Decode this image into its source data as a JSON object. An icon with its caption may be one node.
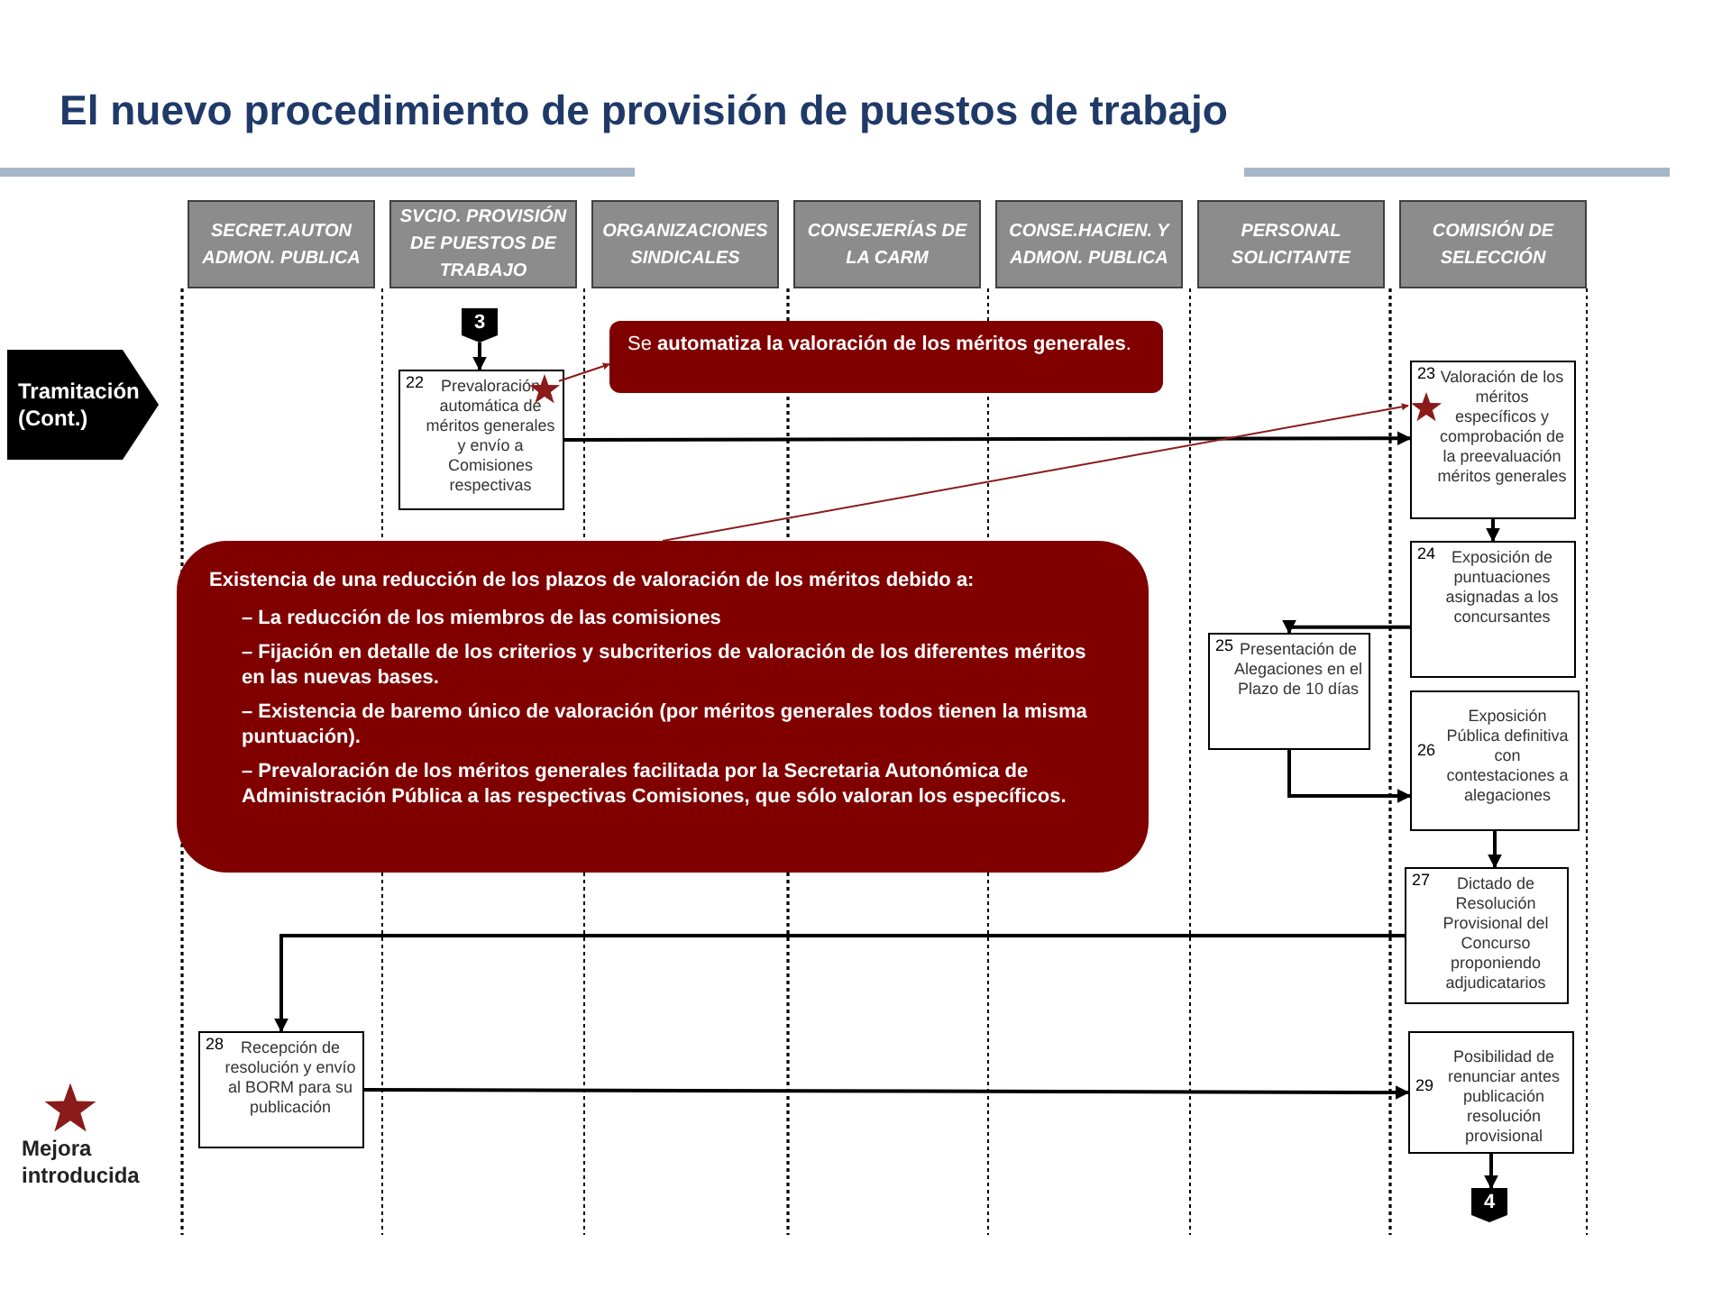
{
  "diagram": {
    "title": "El nuevo procedimiento de provisión de puestos de trabajo",
    "nodes": [
      {
        "text": [
          "SECRET.AUTON ADMON. PUBLICA"
        ]
      },
      {
        "text": [
          "SVCIO. PROVISIÓN DE PUESTOS DE TRABAJO"
        ]
      },
      {
        "text": [
          "ORGANIZACIONES SINDICALES"
        ]
      },
      {
        "text": [
          "CONSEJERÍAS DE LA CARM"
        ]
      },
      {
        "text": [
          "CONSE.HACIEN. Y ADMON. PUBLICA"
        ]
      },
      {
        "text": [
          "PERSONAL SOLICITANTE"
        ]
      },
      {
        "text": [
          "COMISIÓN DE SELECCIÓN"
        ]
      },
      {
        "text": [
          "Tramitación (Cont.)"
        ]
      },
      {
        "text": [
          "3"
        ]
      },
      {
        "text": [
          "22",
          "Prevaloración automática de méritos generales y envío a Comisiones respectivas"
        ]
      },
      {
        "text": [
          "Se **automatiza la valoración de los méritos generales**."
        ]
      },
      {
        "text": [],
        "shape": "star",
        "in": 9
      },
      {
        "text": [
          "23",
          "Valoración de los méritos específicos y comprobación de la preevaluación méritos generales"
        ]
      },
      {
        "text": [],
        "shape": "star",
        "in": 12
      },
      {
        "text": [
          "Existencia de una reducción de los plazos de valoración de los méritos debido a:",
          "– La reducción de los miembros de las comisiones",
          "– Fijación en detalle de los criterios y subcriterios de valoración de los diferentes méritos en las nuevas bases.",
          "– Existencia de baremo único de valoración (por méritos generales todos tienen la misma puntuación).",
          "– Prevaloración de los méritos generales facilitada por la Secretaria Autonómica de Administración Pública a las respectivas Comisiones, que sólo valoran los específicos."
        ]
      },
      {
        "text": [
          "24",
          "Exposición de puntuaciones asignadas a los concursantes"
        ]
      },
      {
        "text": [
          "25",
          "Presentación de Alegaciones en el Plazo de 10 días"
        ]
      },
      {
        "text": [
          "26",
          "Exposición Pública definitiva con contestaciones a alegaciones"
        ]
      },
      {
        "text": [
          "27",
          "Dictado de Resolución Provisional del Concurso proponiendo adjudicatarios"
        ]
      },
      {
        "text": [
          "28",
          "Recepción de resolución y envío al BORM para su publicación"
        ]
      },
      {
        "text": [
          "29",
          "Posibilidad de renunciar antes publicación resolución provisional"
        ]
      },
      {
        "text": [
          "4"
        ]
      }
    ],
    "edges": [
      {
        "from": 8,
        "to": 9,
        "arrow": "to"
      },
      {
        "from": 9,
        "to": 12,
        "arrow": "to"
      },
      {
        "from": 11,
        "to": 10,
        "arrow": "to",
        "color": "#8b1a1a"
      },
      {
        "from": 14,
        "to": 13,
        "arrow": "to",
        "color": "#8b1a1a"
      },
      {
        "from": 12,
        "to": 15,
        "arrow": "to"
      },
      {
        "from": 15,
        "to": 16,
        "arrow": "to"
      },
      {
        "from": 16,
        "to": 17,
        "arrow": "to"
      },
      {
        "from": 17,
        "to": 18,
        "arrow": "to"
      },
      {
        "from": 18,
        "to": 19,
        "arrow": "to"
      },
      {
        "from": 19,
        "to": 20,
        "arrow": "to"
      },
      {
        "from": 20,
        "to": 21,
        "arrow": "to"
      }
    ],
    "legend": [
      {
        "text": "Mejora introducida"
      }
    ]
  }
}
